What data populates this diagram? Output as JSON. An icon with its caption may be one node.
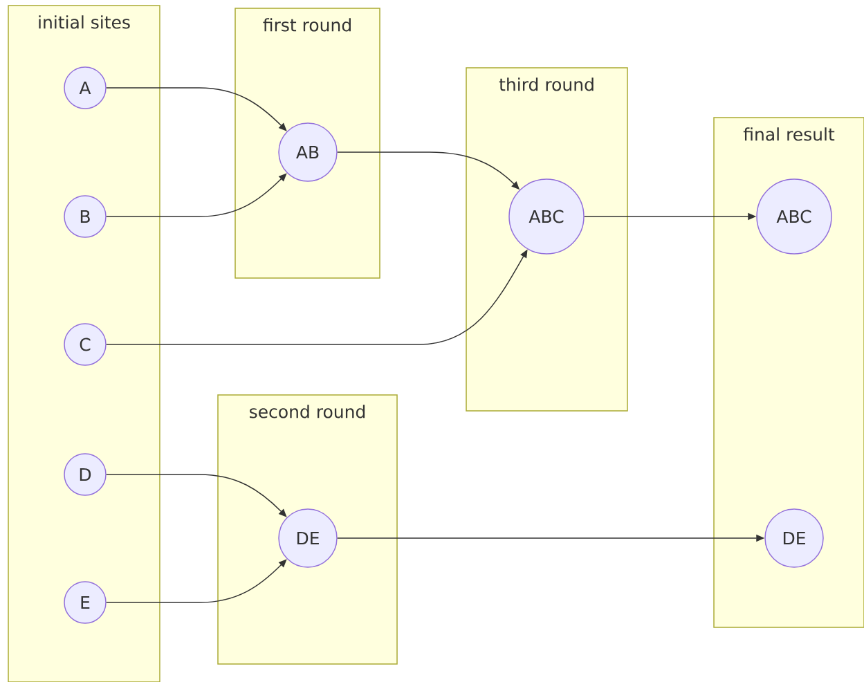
{
  "diagram": {
    "nodes": [
      {
        "text": [
          "initial sites"
        ]
      },
      {
        "text": [
          "A"
        ],
        "in": 0
      },
      {
        "text": [
          "B"
        ],
        "in": 0
      },
      {
        "text": [
          "C"
        ],
        "in": 0
      },
      {
        "text": [
          "D"
        ],
        "in": 0
      },
      {
        "text": [
          "E"
        ],
        "in": 0
      },
      {
        "text": [
          "first round"
        ]
      },
      {
        "text": [
          "AB"
        ],
        "in": 6
      },
      {
        "text": [
          "third round"
        ]
      },
      {
        "text": [
          "ABC"
        ],
        "in": 8
      },
      {
        "text": [
          "second round"
        ]
      },
      {
        "text": [
          "DE"
        ],
        "in": 10
      },
      {
        "text": [
          "final result"
        ]
      },
      {
        "text": [
          "ABC"
        ],
        "in": 12
      },
      {
        "text": [
          "DE"
        ],
        "in": 12
      }
    ],
    "edges": [
      {
        "from": 1,
        "to": 7,
        "arrow": "to"
      },
      {
        "from": 2,
        "to": 7,
        "arrow": "to"
      },
      {
        "from": 7,
        "to": 9,
        "arrow": "to"
      },
      {
        "from": 3,
        "to": 9,
        "arrow": "to"
      },
      {
        "from": 9,
        "to": 13,
        "arrow": "to"
      },
      {
        "from": 4,
        "to": 11,
        "arrow": "to"
      },
      {
        "from": 5,
        "to": 11,
        "arrow": "to"
      },
      {
        "from": 11,
        "to": 14,
        "arrow": "to"
      }
    ]
  }
}
